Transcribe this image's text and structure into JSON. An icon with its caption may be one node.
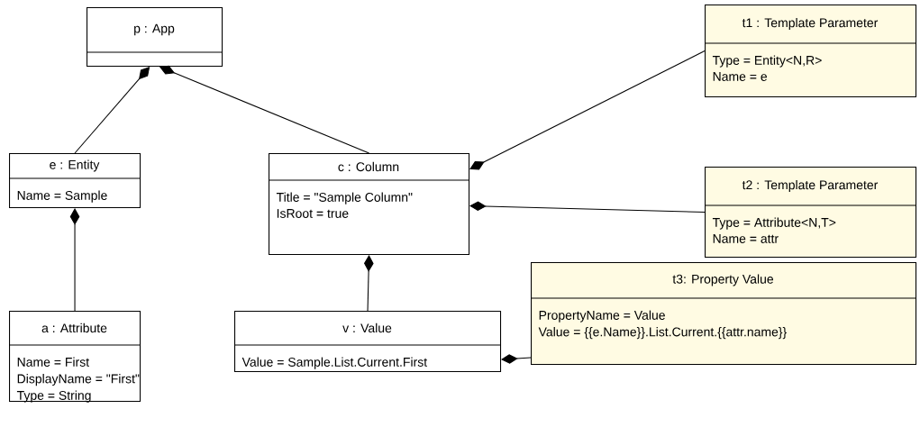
{
  "diagram": {
    "nodes": [
      {
        "text": [
          "p : App"
        ]
      },
      {
        "text": [
          "e : Entity",
          "Name = Sample"
        ]
      },
      {
        "text": [
          "c : Column",
          "Title = \"Sample Column\"",
          "IsRoot = true"
        ]
      },
      {
        "text": [
          "t1 : Template Parameter",
          "Type = Entity<N,R>",
          "Name = e"
        ]
      },
      {
        "text": [
          "t2 : Template Parameter",
          "Type = Attribute<N,T>",
          "Name = attr"
        ]
      },
      {
        "text": [
          "a : Attribute",
          "Name = First",
          "DisplayName = \"First\"",
          "Type = String"
        ]
      },
      {
        "text": [
          "v : Value",
          "Value = Sample.List.Current.First"
        ]
      },
      {
        "text": [
          "t3: Property Value",
          "PropertyName = Value",
          "Value = {{e.Name}}.List.Current.{{attr.name}}"
        ]
      }
    ],
    "edges": [
      {
        "from": 1,
        "to": 0,
        "arrow": "other"
      },
      {
        "from": 2,
        "to": 0,
        "arrow": "other"
      },
      {
        "from": 3,
        "to": 2,
        "arrow": "other"
      },
      {
        "from": 4,
        "to": 2,
        "arrow": "other"
      },
      {
        "from": 6,
        "to": 2,
        "arrow": "other"
      },
      {
        "from": 5,
        "to": 1,
        "arrow": "other"
      },
      {
        "from": 7,
        "to": 6,
        "arrow": "other"
      }
    ]
  }
}
